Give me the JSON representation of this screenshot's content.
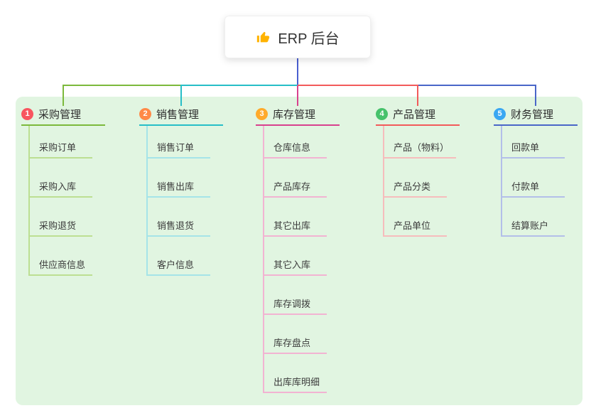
{
  "root": {
    "label": "ERP 后台",
    "icon": "thumbs-up",
    "icon_color": "#ffb300",
    "stem_color": "#4a5fd0"
  },
  "canvas_bg": "#e1f5e1",
  "branches": [
    {
      "badge": "1",
      "badge_color": "#f8555f",
      "color": "#7cb93c",
      "child_color": "#bcdf92",
      "label": "采购管理",
      "children": [
        "采购订单",
        "采购入库",
        "采购退货",
        "供应商信息"
      ]
    },
    {
      "badge": "2",
      "badge_color": "#ff8a48",
      "color": "#27bec7",
      "child_color": "#a5e4e8",
      "label": "销售管理",
      "children": [
        "销售订单",
        "销售出库",
        "销售退货",
        "客户信息"
      ]
    },
    {
      "badge": "3",
      "badge_color": "#ffaa2b",
      "color": "#d8418e",
      "child_color": "#f2b3d2",
      "label": "库存管理",
      "children": [
        "仓库信息",
        "产品库存",
        "其它出库",
        "其它入库",
        "库存调拨",
        "库存盘点",
        "出库库明细"
      ]
    },
    {
      "badge": "4",
      "badge_color": "#46c26b",
      "color": "#f25a5a",
      "child_color": "#f6bcbc",
      "label": "产品管理",
      "children": [
        "产品（物料）",
        "产品分类",
        "产品单位"
      ]
    },
    {
      "badge": "5",
      "badge_color": "#3aa7f2",
      "color": "#4a66c8",
      "child_color": "#b3bfe9",
      "label": "财务管理",
      "children": [
        "回款单",
        "付款单",
        "结算账户"
      ]
    }
  ]
}
